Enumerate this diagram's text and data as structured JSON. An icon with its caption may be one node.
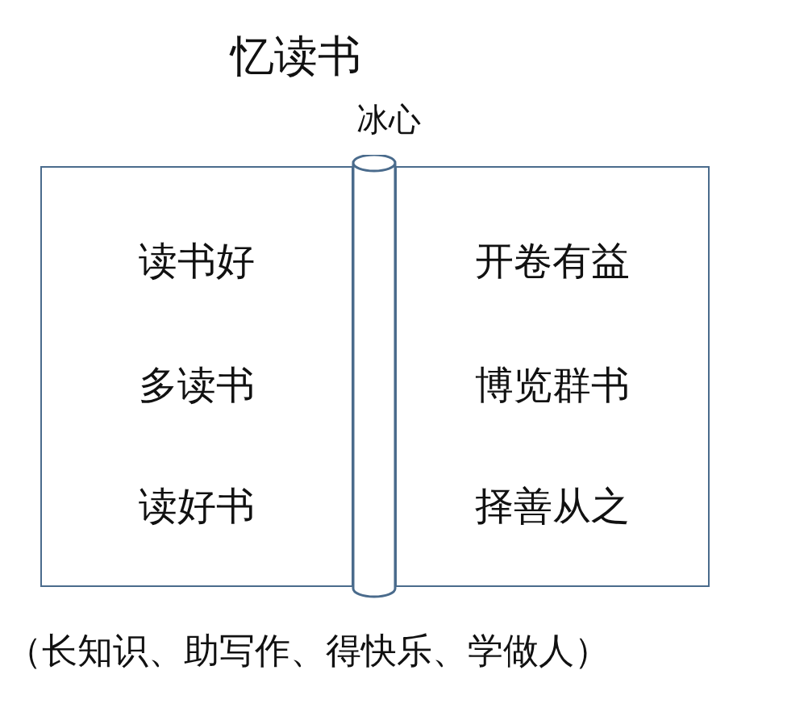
{
  "diagram": {
    "title": "忆读书",
    "caption": "（长知识、助写作、得快乐、学做人）",
    "nodes": [
      {
        "text": [
          "读书好",
          "多读书",
          "读好书"
        ]
      },
      {
        "text": [],
        "shape": "cylinder"
      },
      {
        "text": [
          "开卷有益",
          "博览群书",
          "择善从之"
        ]
      }
    ],
    "labels": [
      "冰心"
    ]
  }
}
